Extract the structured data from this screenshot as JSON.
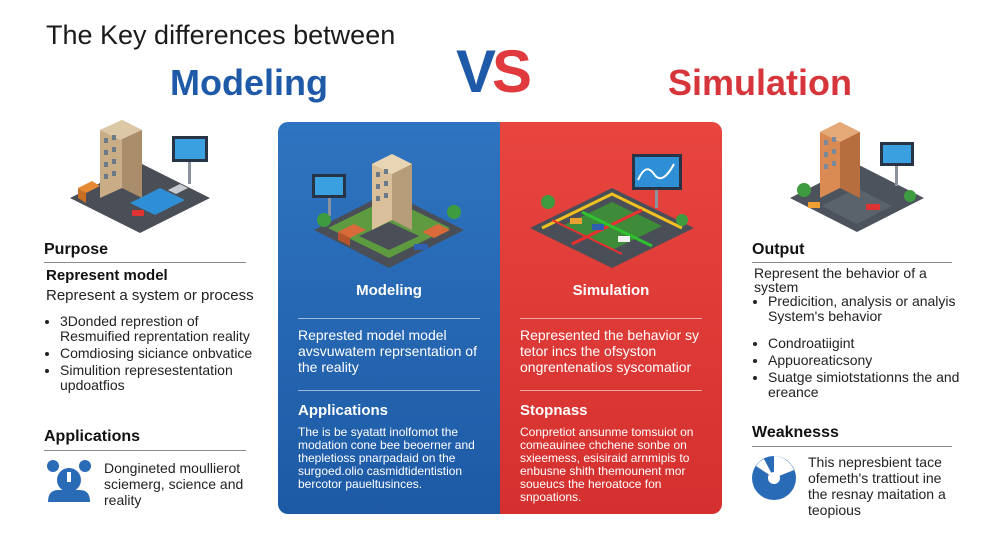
{
  "header": {
    "title": "The Key differences between",
    "left_heading": "Modeling",
    "vs_v": "V",
    "vs_s": "S",
    "right_heading": "Simulation"
  },
  "left": {
    "purpose": {
      "heading": "Purpose",
      "subheading": "Represent model",
      "line": "Represent a system or process",
      "bullets": [
        "3Donded represtion of Resmuified reprentation reality",
        "Comdiosing siciance onbvatice",
        "Simulition represestentation updoatfios"
      ]
    },
    "applications": {
      "heading": "Applications",
      "text": "Dongineted moullierot sciemerg, science and reality"
    }
  },
  "center": {
    "modeling": {
      "title": "Modeling",
      "desc": "Represted model model avsvuwatem reprsentation of the reality",
      "sub": "Applications",
      "para": "The is be syatatt inolfomot the modation cone bee beoerner and thepletioss pnarpadaid on the surgoed.olio casmidtidentistion bercotor paueltusinces."
    },
    "simulation": {
      "title": "Simulation",
      "desc": "Represented the behavior sy tetor incs the ofsyston ongrentenatios syscomatior",
      "sub": "Stopnass",
      "para": "Conpretiot ansunme tomsuiot on comeauinee chchene sonbe on sxieemess, esisiraid arnmipis to enbusne shith themounent mor soueucs the heroatoce fon snpoations."
    }
  },
  "right": {
    "output": {
      "heading": "Output",
      "line": "Represent the behavior of a system",
      "bullets": [
        "Predicition, analysis or analyis System's behavior"
      ],
      "bullets2": [
        "Condroatiigint",
        "Appuoreaticsony",
        "Suatge simiotstationns the and ereance"
      ]
    },
    "weakness": {
      "heading": "Weaknesss",
      "text": "This nepresbient tace ofemeth's trattiout ine the resnay maitation a teopious"
    }
  },
  "colors": {
    "blue": "#1f5aa8",
    "red": "#e03a3e",
    "card_blue": "#2a6bb8",
    "card_red": "#e03d3a"
  },
  "icons": [
    "office-building-icon",
    "city-block-icon",
    "traffic-simulation-icon",
    "users-group-icon",
    "pie-chart-icon"
  ]
}
